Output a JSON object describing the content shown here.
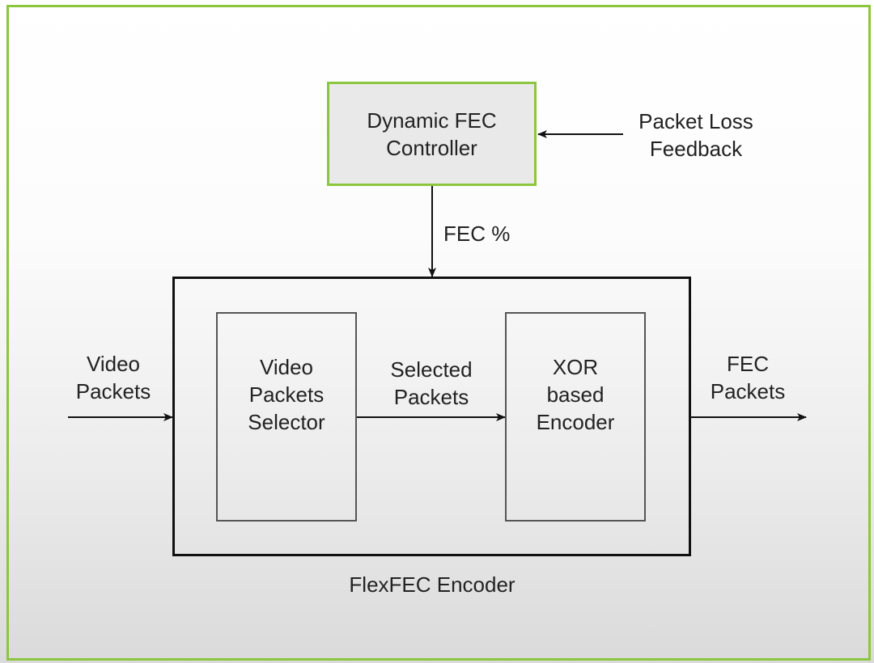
{
  "diagram": {
    "controller": {
      "lines": [
        "Dynamic FEC",
        "Controller"
      ]
    },
    "feedback_input": {
      "lines": [
        "Packet Loss",
        "Feedback"
      ]
    },
    "fec_percent_label": "FEC %",
    "video_input": {
      "lines": [
        "Video",
        "Packets"
      ]
    },
    "selector": {
      "lines": [
        "Video",
        "Packets",
        "Selector"
      ]
    },
    "selected_packets": {
      "lines": [
        "Selected",
        "Packets"
      ]
    },
    "xor_encoder": {
      "lines": [
        "XOR",
        "based",
        "Encoder"
      ]
    },
    "fec_output": {
      "lines": [
        "FEC",
        "Packets"
      ]
    },
    "encoder_caption": "FlexFEC Encoder",
    "colors": {
      "frame_border": "#8cc63f",
      "controller_fill": "#e9e9e9",
      "line": "#111111"
    },
    "edges": [
      {
        "from": "Packet Loss Feedback",
        "to": "Dynamic FEC Controller"
      },
      {
        "from": "Dynamic FEC Controller",
        "to": "FlexFEC Encoder",
        "label": "FEC %"
      },
      {
        "from": "Video Packets",
        "to": "FlexFEC Encoder"
      },
      {
        "from": "Video Packets Selector",
        "to": "XOR based Encoder",
        "label": "Selected Packets"
      },
      {
        "from": "FlexFEC Encoder",
        "to": "FEC Packets"
      }
    ]
  }
}
